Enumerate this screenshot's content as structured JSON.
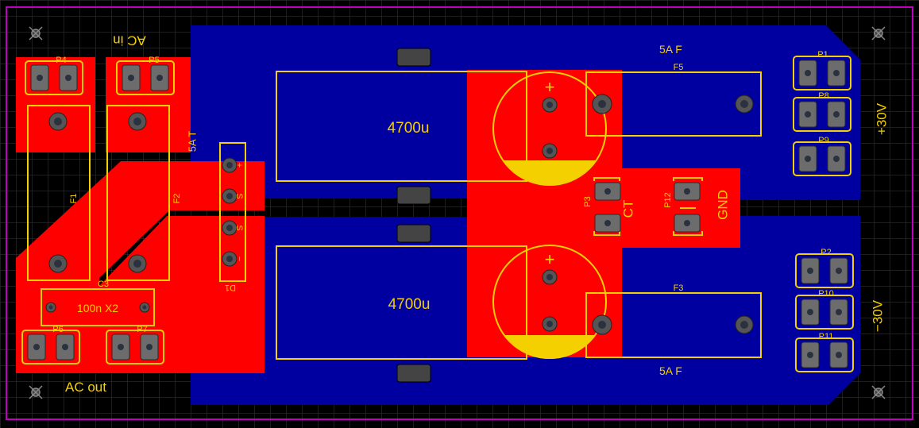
{
  "colors": {
    "background": "#000000",
    "grid": "#3a3a3a",
    "outline": "#c000c0",
    "top_copper": "#ff0000",
    "bottom_copper": "#0000a0",
    "silkscreen": "#f5d000",
    "pad": "#6c6c6c",
    "hole": "#2a3240"
  },
  "labels": {
    "ac_in": "AC in",
    "ac_out": "AC out",
    "fuse_rating_t": "5A T",
    "fuse_rating_f_top": "5A F",
    "fuse_rating_f_bottom": "5A F",
    "plus_30v": "+30V",
    "minus_30v": "−30V",
    "gnd": "GND",
    "ct": "CT",
    "cap_top_value": "4700u",
    "cap_bottom_value": "4700u",
    "c3_value": "100n X2",
    "cap_plus_top": "+",
    "cap_plus_bottom": "+"
  },
  "refs": {
    "p1": "P1",
    "p2": "P2",
    "p3": "P3",
    "p4": "P4",
    "p5": "P5",
    "p6": "P6",
    "p7": "P7",
    "p8": "P8",
    "p9": "P9",
    "p10": "P10",
    "p11": "P11",
    "p12": "P12",
    "f1": "F1",
    "f2": "F2",
    "f3": "F3",
    "f5": "F5",
    "c3": "C3",
    "d1": "D1"
  },
  "bridge_pins": [
    "+",
    "S",
    "S",
    "−"
  ]
}
